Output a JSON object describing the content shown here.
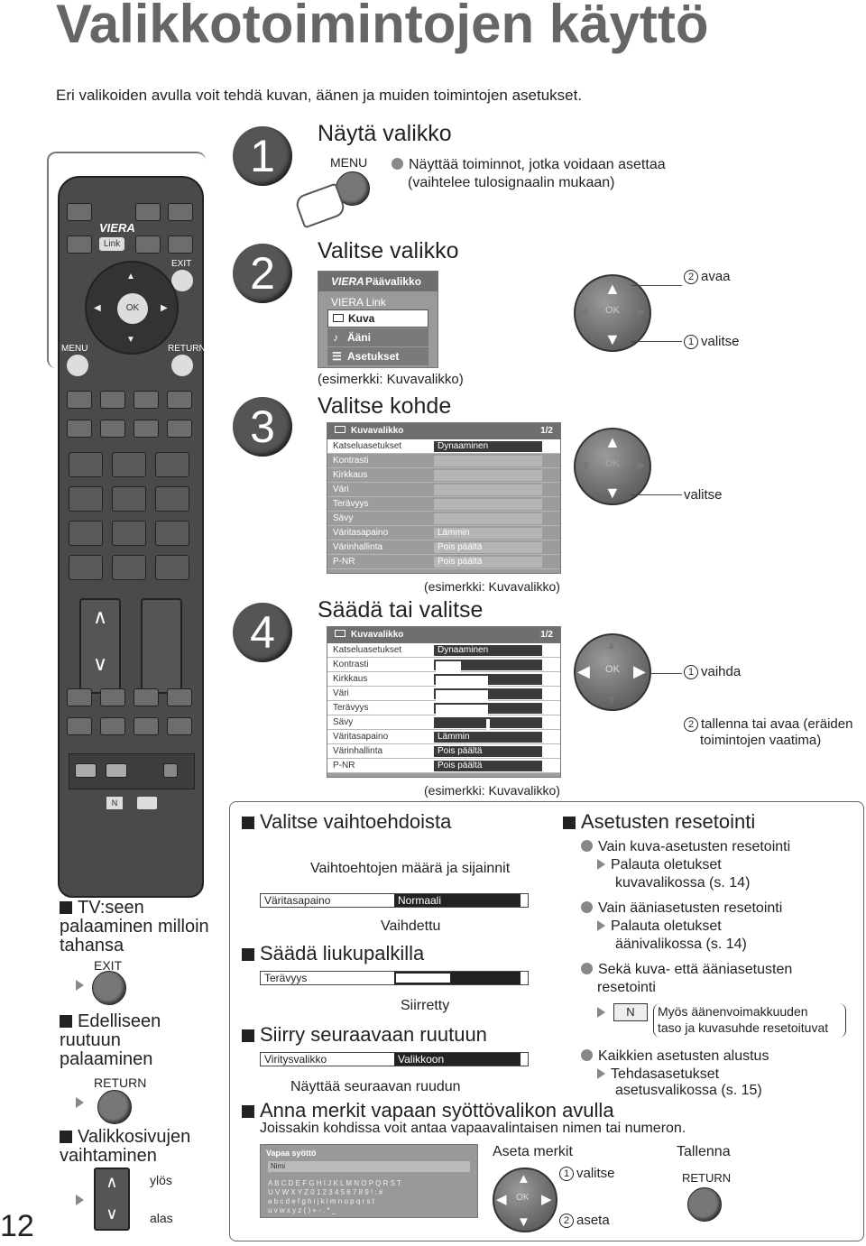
{
  "page": {
    "title": "Valikkotoimintojen käyttö",
    "intro": "Eri valikoiden avulla voit tehdä kuvan, äänen ja muiden toimintojen asetukset.",
    "page_number": "12"
  },
  "remote": {
    "brand": "VIERA",
    "link": "Link",
    "exit": "EXIT",
    "ok": "OK",
    "menu": "MENU",
    "return": "RETURN",
    "n": "N"
  },
  "steps": {
    "s1": {
      "num": "1",
      "title": "Näytä valikko",
      "menu_label": "MENU",
      "desc_1": "Näyttää toiminnot, jotka voidaan asettaa",
      "desc_2": "(vaihtelee tulosignaalin mukaan)"
    },
    "s2": {
      "num": "2",
      "title": "Valitse valikko",
      "example": "(esimerkki: Kuvavalikko)",
      "avaa": "avaa",
      "valitse": "valitse"
    },
    "s3": {
      "num": "3",
      "title": "Valitse kohde",
      "example": "(esimerkki: Kuvavalikko)",
      "valitse": "valitse"
    },
    "s4": {
      "num": "4",
      "title": "Säädä tai valitse",
      "example": "(esimerkki: Kuvavalikko)",
      "vaihda": "vaihda",
      "tallenna_1": "tallenna tai avaa (eräiden",
      "tallenna_2": "toimintojen vaatima)"
    }
  },
  "main_menu": {
    "header": "Päävalikko",
    "items": [
      "VIERA Link",
      "Kuva",
      "Ääni",
      "Asetukset"
    ]
  },
  "picture_menu": {
    "header": "Kuvavalikko",
    "page": "1/2",
    "rows": [
      {
        "label": "Katseluasetukset",
        "value": "Dynaaminen"
      },
      {
        "label": "Kontrasti",
        "value": ""
      },
      {
        "label": "Kirkkaus",
        "value": ""
      },
      {
        "label": "Väri",
        "value": ""
      },
      {
        "label": "Terävyys",
        "value": ""
      },
      {
        "label": "Sävy",
        "value": ""
      },
      {
        "label": "Väritasapaino",
        "value": "Lämmin"
      },
      {
        "label": "Värinhallinta",
        "value": "Pois päältä"
      },
      {
        "label": "P-NR",
        "value": "Pois päältä"
      }
    ]
  },
  "sidebar": {
    "tv": {
      "title": "TV:seen palaaminen milloin tahansa",
      "button": "EXIT"
    },
    "prev": {
      "title": "Edelliseen ruutuun palaaminen",
      "button": "RETURN"
    },
    "pages": {
      "title": "Valikkosivujen vaihtaminen",
      "up": "ylös",
      "down": "alas"
    }
  },
  "options": {
    "title": "Valitse vaihtoehdoista",
    "caption": "Vaihtoehtojen määrä ja sijainnit",
    "label": "Väritasapaino",
    "value": "Normaali",
    "changed": "Vaihdettu"
  },
  "slider": {
    "title": "Säädä liukupalkilla",
    "label": "Terävyys",
    "moved": "Siirretty"
  },
  "next": {
    "title": "Siirry seuraavaan ruutuun",
    "label": "Viritysvalikko",
    "value": "Valikkoon",
    "caption": "Näyttää seuraavan ruudun"
  },
  "free_input": {
    "title": "Anna merkit vapaan syöttövalikon avulla",
    "desc": "Joissakin kohdissa voit antaa vapaavalintaisen nimen tai numeron.",
    "box_title": "Vapaa syöttö",
    "name_label": "Nimi",
    "set_chars": "Aseta merkit",
    "store": "Tallenna",
    "valitse": "valitse",
    "aseta": "aseta",
    "return": "RETURN",
    "key_rows": [
      "A B C D E F G H I J K L M N O P Q R S T",
      "U V W X Y Z  0 1 2 3 4 5 6 7 8 9 ! : #",
      "a b c d e f g h i j k l m n o p q r s t",
      "u v w x y z ( ) + - . * _"
    ]
  },
  "reset": {
    "title": "Asetusten resetointi",
    "item1": "Vain kuva-asetusten resetointi",
    "item1_sub1": "Palauta oletukset",
    "item1_sub2": "kuvavalikossa (s. 14)",
    "item2": "Vain ääniasetusten resetointi",
    "item2_sub1": "Palauta oletukset",
    "item2_sub2": "äänivalikossa (s. 14)",
    "item3_1": "Sekä kuva- että ääniasetusten",
    "item3_2": "resetointi",
    "item3_n": "N",
    "item3_note1": "Myös äänenvoimakkuuden",
    "item3_note2": "taso ja kuvasuhde resetoituvat",
    "item4": "Kaikkien asetusten alustus",
    "item4_sub1": "Tehdasasetukset",
    "item4_sub2": "asetusvalikossa (s. 15)"
  }
}
